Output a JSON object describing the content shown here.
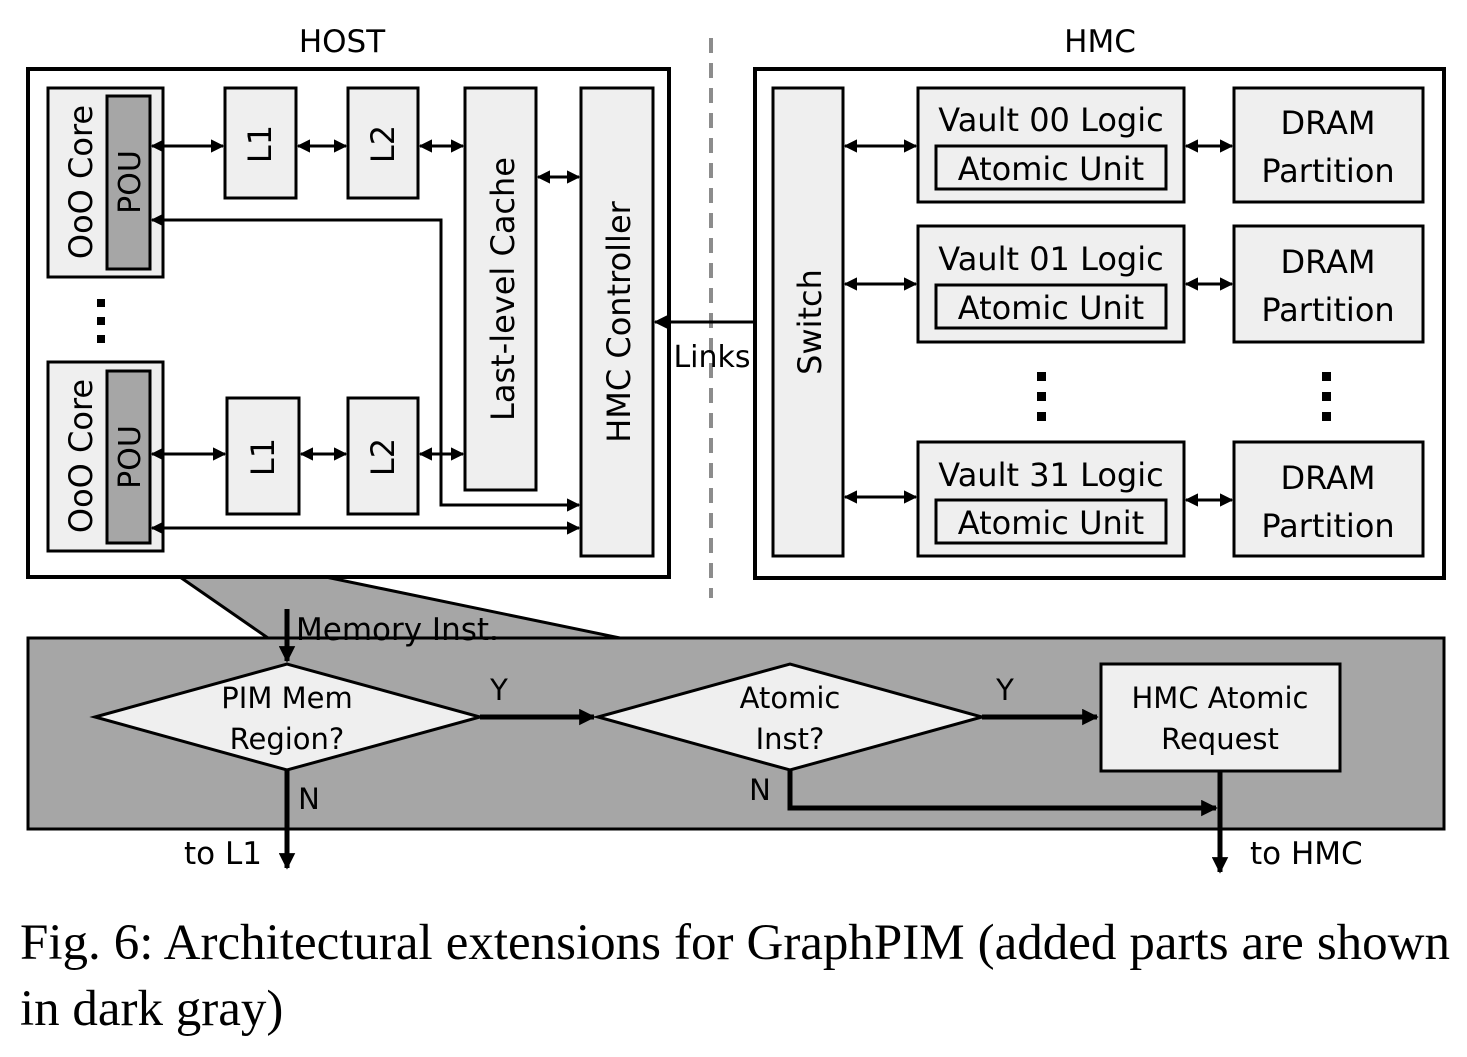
{
  "host": {
    "title": "HOST",
    "core_label": "OoO Core",
    "pou_label": "POU",
    "l1_label": "L1",
    "l2_label": "L2",
    "llc_label": "Last-level Cache",
    "controller_label": "HMC Controller",
    "ellipsis": "..."
  },
  "links_label": "Links",
  "hmc": {
    "title": "HMC",
    "switch_label": "Switch",
    "vaults": [
      {
        "logic": "Vault 00 Logic",
        "atomic": "Atomic Unit",
        "dram1": "DRAM",
        "dram2": "Partition"
      },
      {
        "logic": "Vault 01 Logic",
        "atomic": "Atomic Unit",
        "dram1": "DRAM",
        "dram2": "Partition"
      },
      {
        "logic": "Vault 31 Logic",
        "atomic": "Atomic Unit",
        "dram1": "DRAM",
        "dram2": "Partition"
      }
    ]
  },
  "flow": {
    "memory_inst": "Memory Inst.",
    "decision1_line1": "PIM Mem",
    "decision1_line2": "Region?",
    "decision2_line1": "Atomic",
    "decision2_line2": "Inst?",
    "request_line1": "HMC Atomic",
    "request_line2": "Request",
    "yes": "Y",
    "no": "N",
    "to_l1": "to L1",
    "to_hmc": "to HMC"
  },
  "caption": "Fig. 6: Architectural extensions for GraphPIM (added parts are shown in dark gray)",
  "colors": {
    "light": "#efefef",
    "dark": "#a6a6a6",
    "line": "#000000",
    "divider": "#8c8c8c"
  }
}
